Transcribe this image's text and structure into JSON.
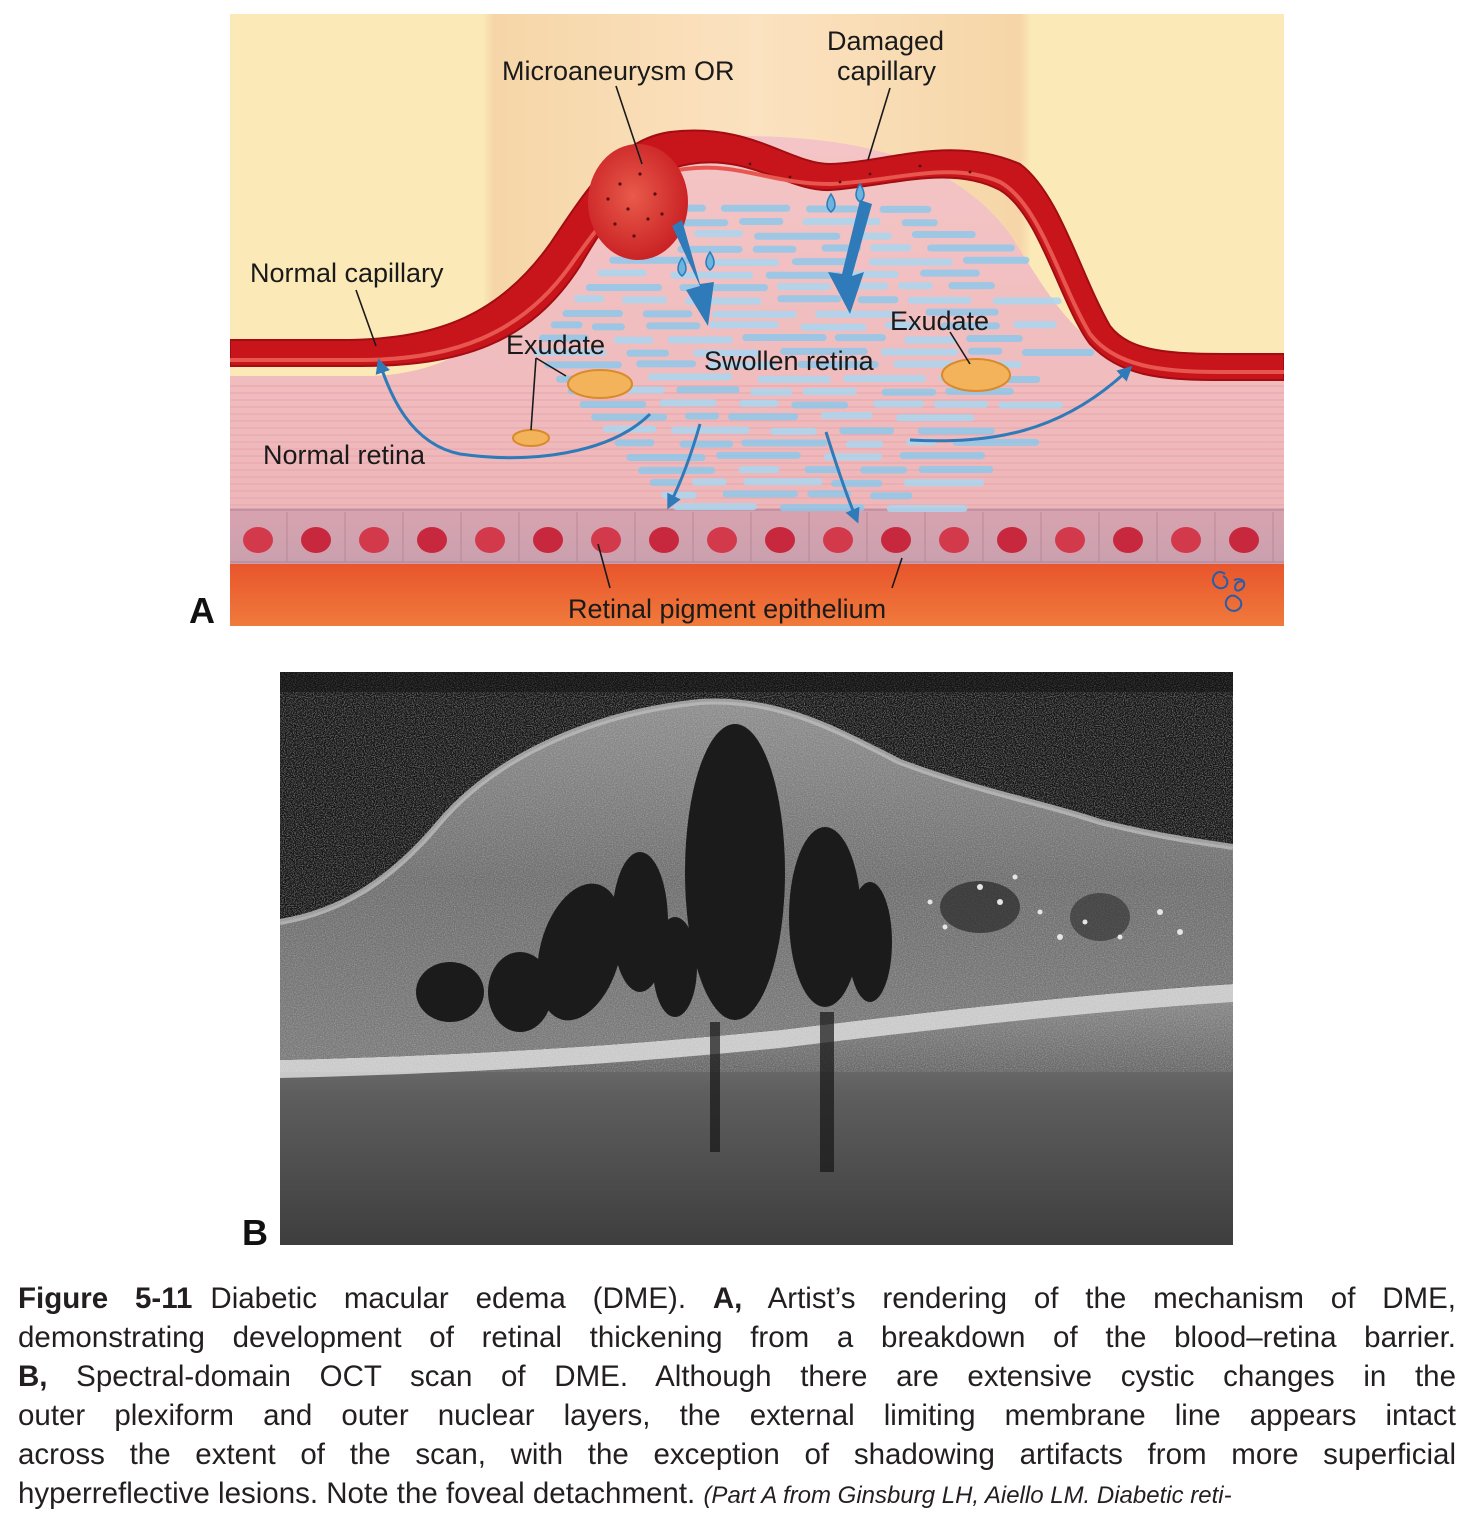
{
  "panel_a": {
    "letter": "A",
    "labels": {
      "microaneurysm": "Microaneurysm OR",
      "damaged_1": "Damaged",
      "damaged_2": "capillary",
      "normal_capillary": "Normal capillary",
      "exudate_left": "Exudate",
      "exudate_right": "Exudate",
      "swollen_retina": "Swollen retina",
      "normal_retina": "Normal retina",
      "rpe": "Retinal pigment epithelium"
    }
  },
  "panel_b": {
    "letter": "B"
  },
  "caption": {
    "figure_number": "Figure 5-11",
    "line1_text": "Diabetic macular edema (DME).",
    "line1_a_label": "A,",
    "line1_rest": "Artist’s rendering of the mechanism of DME,",
    "line2": "demonstrating development of retinal thickening from a breakdown of the blood–retina barrier.",
    "line3_b_label": "B,",
    "line3_rest": "Spectral-domain OCT scan of DME. Although there are extensive cystic changes in the",
    "line4": "outer plexiform and outer nuclear layers, the external limiting membrane line appears intact",
    "line5": "across the extent of the scan, with the exception of shadowing artifacts from more superficial",
    "line6_text": "hyperreflective lesions. Note the foveal detachment.",
    "line6_source": "(Part A from Ginsburg LH, Aiello LM. Diabetic reti-"
  }
}
